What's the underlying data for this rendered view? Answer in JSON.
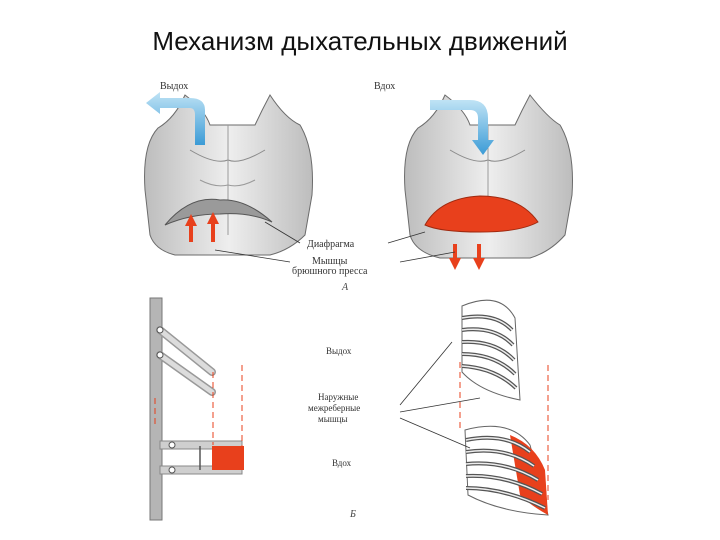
{
  "title": "Механизм дыхательных движений",
  "labels": {
    "exhale_top": "Выдох",
    "inhale_top": "Вдох",
    "diaphragm": "Диафрагма",
    "abdominal_line1": "Мышцы",
    "abdominal_line2": "брюшного пресса",
    "panel_a": "А",
    "exhale_mid": "Выдох",
    "intercostal_line1": "Наружные",
    "intercostal_line2": "межреберные",
    "intercostal_line3": "мышцы",
    "inhale_mid": "Вдох",
    "panel_b": "Б"
  },
  "colors": {
    "air_arrow": "#4aa8dc",
    "muscle": "#e8401c",
    "skin": "#d9d9d9",
    "outline": "#6b6b6b",
    "guide": "#e8401c"
  }
}
